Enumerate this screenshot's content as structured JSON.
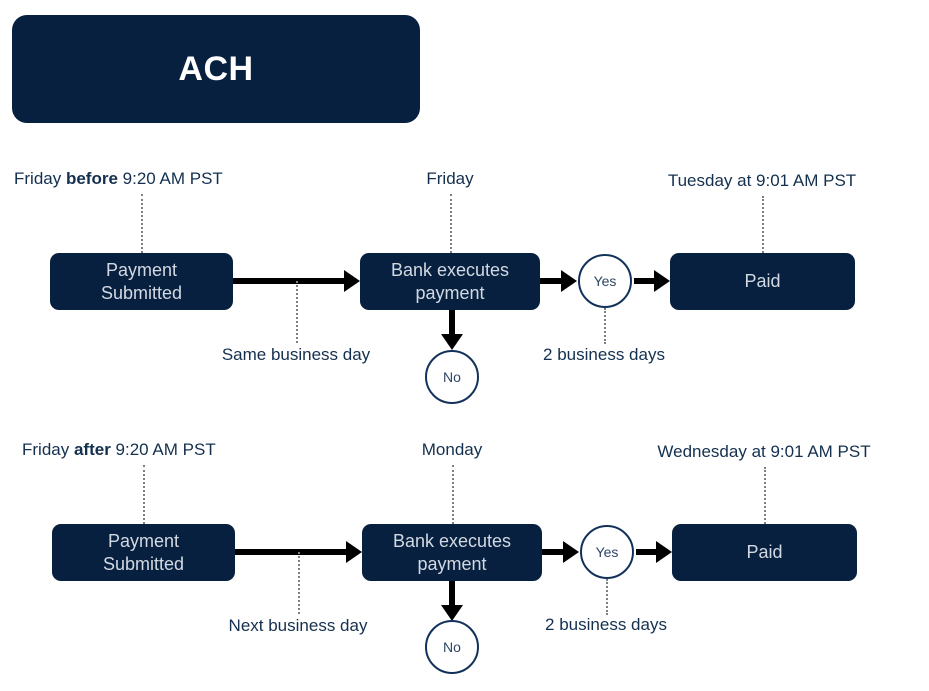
{
  "header": {
    "badge_label": "ACH",
    "badge_color": "#07203f",
    "badge_text_color": "#ffffff"
  },
  "theme": {
    "navy": "#07203f",
    "node_text": "#d3d9e2",
    "caption_text": "#14304f",
    "circle_border": "#12315a",
    "circle_text": "#2e4664",
    "arrow": "#000000",
    "leader_dotted": "#7b7f87",
    "background": "#ffffff"
  },
  "flows": [
    {
      "id": "before-cutoff",
      "nodes": {
        "submitted": "Payment\nSubmitted",
        "bank": "Bank executes\npayment",
        "yes": "Yes",
        "no": "No",
        "paid": "Paid"
      },
      "captions": {
        "submitted_top_prefix": "Friday ",
        "submitted_top_bold": "before",
        "submitted_top_suffix": " 9:20 AM PST",
        "bank_top": "Friday",
        "paid_top": "Tuesday at 9:01 AM PST",
        "edge_1": "Same business day",
        "edge_2": "2 business days"
      }
    },
    {
      "id": "after-cutoff",
      "nodes": {
        "submitted": "Payment\nSubmitted",
        "bank": "Bank executes\npayment",
        "yes": "Yes",
        "no": "No",
        "paid": "Paid"
      },
      "captions": {
        "submitted_top_prefix": "Friday ",
        "submitted_top_bold": "after",
        "submitted_top_suffix": " 9:20 AM PST",
        "bank_top": "Monday",
        "paid_top": "Wednesday at 9:01 AM PST",
        "edge_1": "Next business day",
        "edge_2": "2 business days"
      }
    }
  ]
}
